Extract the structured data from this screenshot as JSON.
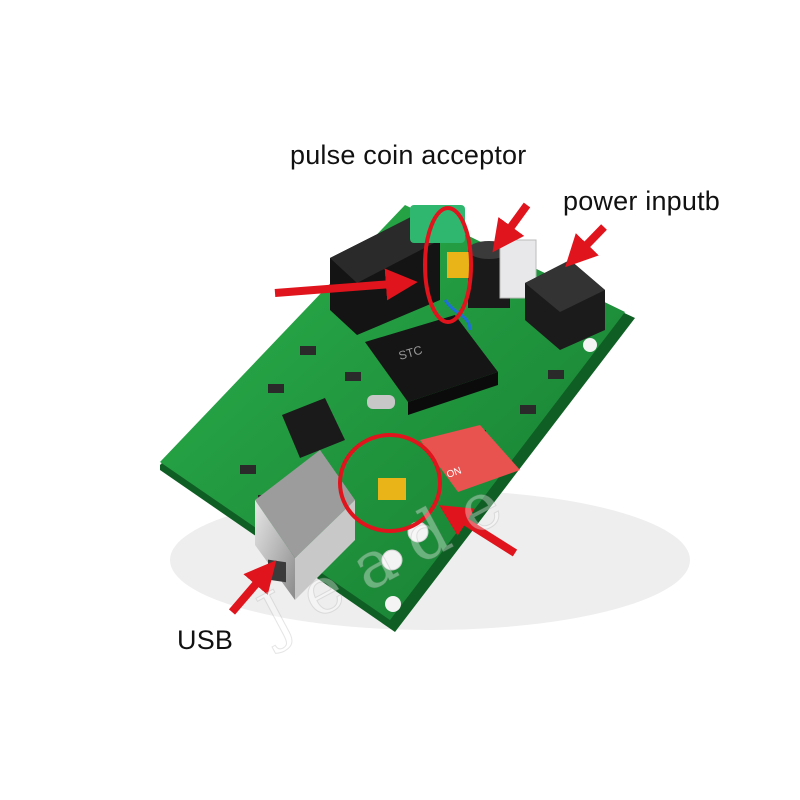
{
  "labels": {
    "pulse_coin_acceptor": "pulse coin acceptor",
    "power_input": "power inputb",
    "usb": "USB"
  },
  "colors": {
    "pcb": "#1f9a3e",
    "arrow": "#e0141c",
    "circle": "#e0141c",
    "dip_switch": "#e8524f",
    "capacitor": "#e8b418"
  },
  "watermark": "J e    a d e"
}
